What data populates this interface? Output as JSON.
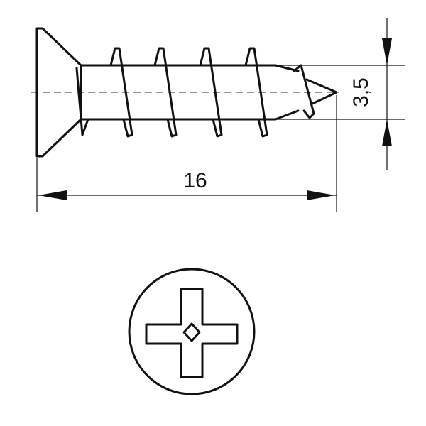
{
  "dimensions": {
    "length_label": "16",
    "diameter_label": "3,5"
  },
  "drawing": {
    "stroke_color": "#111111",
    "background": "#ffffff",
    "head_recess": "phillips-cross"
  }
}
